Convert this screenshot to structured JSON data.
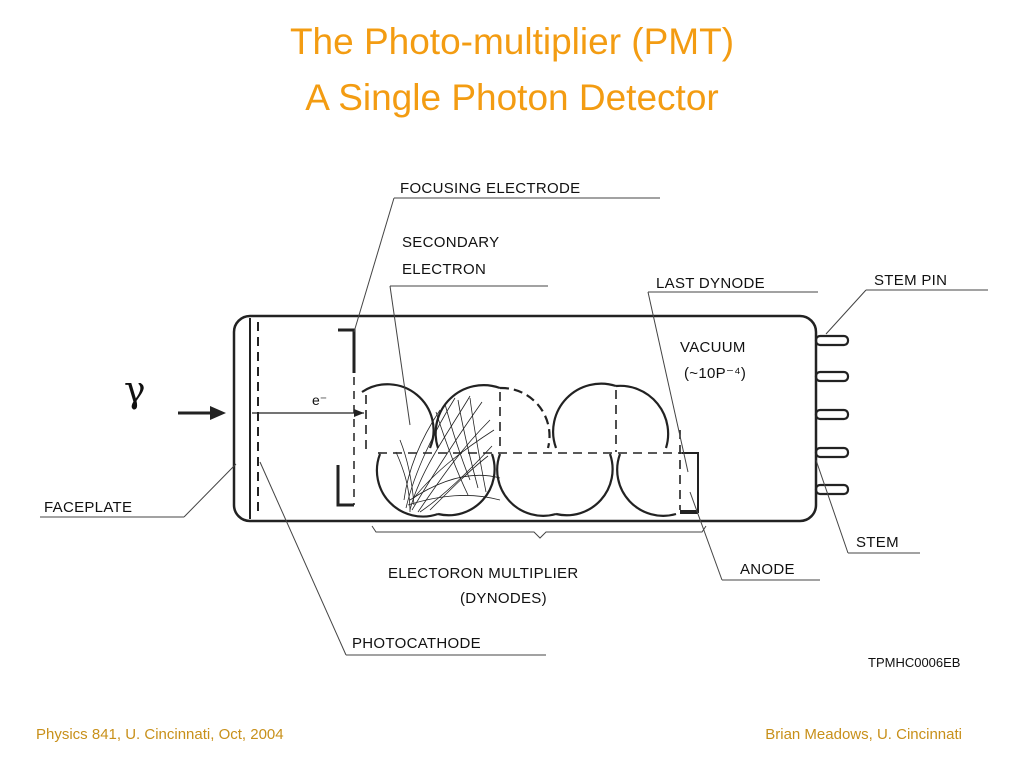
{
  "slide": {
    "title_line1": "The Photo-multiplier (PMT)",
    "title_line2": "A Single Photon Detector"
  },
  "diagram": {
    "gamma_symbol": "γ",
    "electron_label": "e⁻",
    "labels": {
      "focusing_electrode": "FOCUSING ELECTRODE",
      "secondary_electron_line1": "SECONDARY",
      "secondary_electron_line2": "ELECTRON",
      "last_dynode": "LAST DYNODE",
      "stem_pin": "STEM PIN",
      "vacuum_line1": "VACUUM",
      "vacuum_line2": "(~10P⁻⁴)",
      "faceplate": "FACEPLATE",
      "stem": "STEM",
      "anode": "ANODE",
      "multiplier_line1": "ELECTORON MULTIPLIER",
      "multiplier_line2": "(DYNODES)",
      "photocathode": "PHOTOCATHODE",
      "figure_code": "TPMHC0006EB"
    }
  },
  "footer": {
    "left": "Physics 841, U. Cincinnati, Oct, 2004",
    "right": "Brian Meadows, U. Cincinnati"
  }
}
